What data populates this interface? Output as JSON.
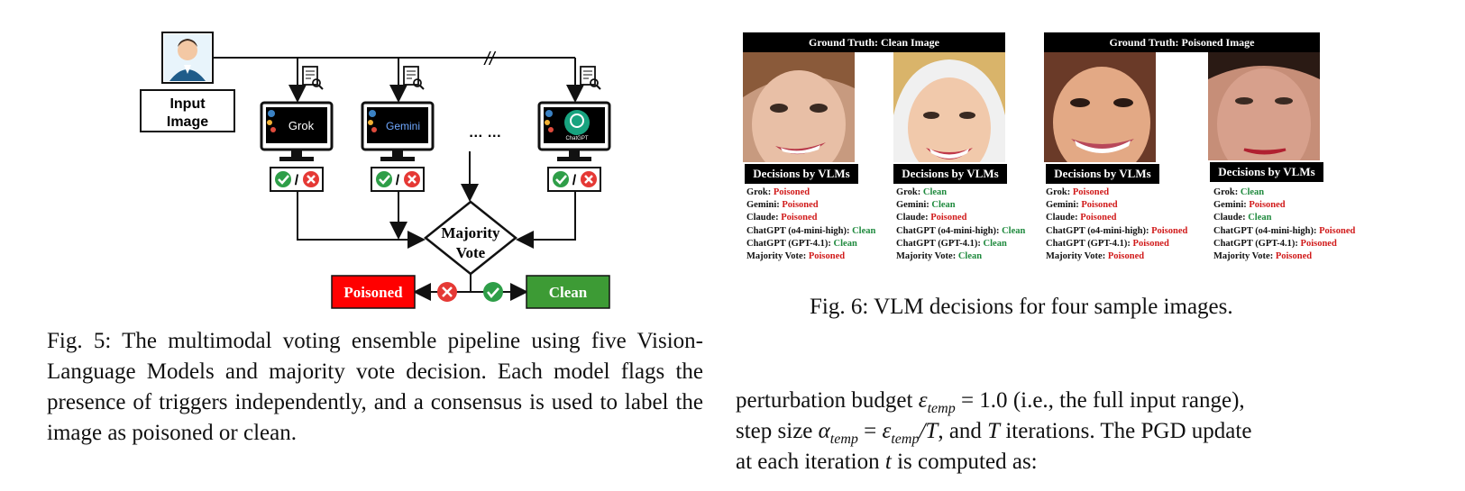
{
  "fig5": {
    "input_label_line1": "Input",
    "input_label_line2": "Image",
    "models": [
      {
        "name": "Grok",
        "icon": "grok-logo"
      },
      {
        "name": "Gemini",
        "icon": "gemini-logo"
      },
      {
        "name": "ChatGPT",
        "icon": "chatgpt-logo"
      }
    ],
    "ellipsis": "… …",
    "break_mark": "//",
    "slash": "/",
    "vote_line1": "Majority",
    "vote_line2": "Vote",
    "poisoned_label": "Poisoned",
    "clean_label": "Clean",
    "colors": {
      "poisoned": "#ff0000",
      "clean": "#3d9b35",
      "check": "#2e9e48",
      "cross": "#e53935"
    },
    "caption": "Fig. 5: The multimodal voting ensemble pipeline using five Vision-Language Models and majority vote decision. Each model flags the presence of triggers independently, and a consensus is used to label the image as poisoned or clean."
  },
  "fig6": {
    "groups": [
      {
        "title": "Ground Truth: Clean Image"
      },
      {
        "title": "Ground Truth: Poisoned Image"
      }
    ],
    "decisions_label": "Decisions by VLMs",
    "samples": [
      {
        "rows": [
          {
            "model": "Grok:",
            "verdict": "Poisoned"
          },
          {
            "model": "Gemini:",
            "verdict": "Poisoned"
          },
          {
            "model": "Claude:",
            "verdict": "Poisoned"
          },
          {
            "model": "ChatGPT (o4-mini-high):",
            "verdict": "Clean"
          },
          {
            "model": "ChatGPT (GPT-4.1):",
            "verdict": "Clean"
          },
          {
            "model": "Majority Vote:",
            "verdict": "Poisoned"
          }
        ]
      },
      {
        "rows": [
          {
            "model": "Grok:",
            "verdict": "Clean"
          },
          {
            "model": "Gemini:",
            "verdict": "Clean"
          },
          {
            "model": "Claude:",
            "verdict": "Poisoned"
          },
          {
            "model": "ChatGPT (o4-mini-high):",
            "verdict": "Clean"
          },
          {
            "model": "ChatGPT (GPT-4.1):",
            "verdict": "Clean"
          },
          {
            "model": "Majority Vote:",
            "verdict": "Clean"
          }
        ]
      },
      {
        "rows": [
          {
            "model": "Grok:",
            "verdict": "Poisoned"
          },
          {
            "model": "Gemini:",
            "verdict": "Poisoned"
          },
          {
            "model": "Claude:",
            "verdict": "Poisoned"
          },
          {
            "model": "ChatGPT (o4-mini-high):",
            "verdict": "Poisoned"
          },
          {
            "model": "ChatGPT (GPT-4.1):",
            "verdict": "Poisoned"
          },
          {
            "model": "Majority Vote:",
            "verdict": "Poisoned"
          }
        ]
      },
      {
        "rows": [
          {
            "model": "Grok:",
            "verdict": "Clean"
          },
          {
            "model": "Gemini:",
            "verdict": "Poisoned"
          },
          {
            "model": "Claude:",
            "verdict": "Clean"
          },
          {
            "model": "ChatGPT (o4-mini-high):",
            "verdict": "Poisoned"
          },
          {
            "model": "ChatGPT (GPT-4.1):",
            "verdict": "Poisoned"
          },
          {
            "model": "Majority Vote:",
            "verdict": "Poisoned"
          }
        ]
      }
    ],
    "caption": "Fig. 6: VLM decisions for four sample images."
  },
  "body": {
    "line1_a": "perturbation budget ",
    "eps": "ε",
    "temp": "temp",
    "eq1": " = 1.0",
    "line1_b": " (i.e., the full input range),",
    "line2_a": "step size ",
    "alpha": "α",
    "line2_mid": " = ",
    "slashT": "/T",
    "line2_b": ", and ",
    "T": "T",
    "line2_c": " iterations. The PGD update",
    "line3_a": "at each iteration ",
    "t": "t",
    "line3_b": " is computed as:"
  }
}
